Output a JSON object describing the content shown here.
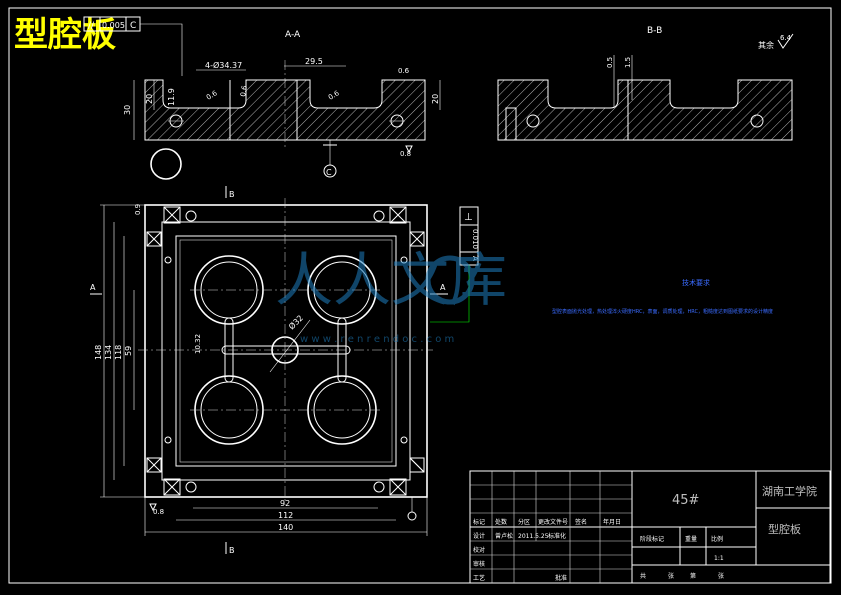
{
  "title": "型腔板",
  "views": {
    "section_aa": "A-A",
    "section_bb": "B-B"
  },
  "roughness_note": "其余",
  "roughness_value": "6.4",
  "tolerance_frame": {
    "symbol": "//",
    "value": "0.005",
    "datum": "C"
  },
  "tolerance_frame_right": {
    "symbol": "⊥",
    "value": "0.010",
    "datum": "A"
  },
  "dimensions": {
    "holes": "4-Ø34.37",
    "pitch_29_5": "29.5",
    "height_30": "30",
    "height_20_left": "20",
    "depth_11_9": "11.9",
    "height_20_right": "20",
    "rough_0_6a": "0.6",
    "rough_0_6b": "0.6",
    "rough_0_6c": "0.6",
    "rough_0_8": "0.8",
    "bb_0_5": "0.5",
    "bb_1_5": "1.5",
    "width_148": "148",
    "width_134": "134",
    "width_118": "118",
    "width_59": "59",
    "width_92": "92",
    "width_112": "112",
    "width_140": "140",
    "dia_32": "Ø32",
    "gate_10_32": "10.32",
    "rough_0_9": "0.9",
    "rough_0_8b": "0.8"
  },
  "labels": {
    "datum_c": "C",
    "datum_a_left": "A",
    "datum_a_right": "A",
    "section_b_top": "B",
    "section_b_bottom": "B"
  },
  "watermark": {
    "main": "人人文库",
    "sub": "w w w . r e n r e n d o c . c o m"
  },
  "tech_requirements": {
    "heading": "技术要求",
    "text": "型腔表面抛光处理，热处理淬火硬度HRC，表面，调质处理，HRC，粗糙度达到图纸要求的设计精度"
  },
  "title_block": {
    "material": "45#",
    "school": "湖南工学院",
    "part_name": "型腔板",
    "header_labels": [
      "标记",
      "处数",
      "分区",
      "更改文件号",
      "签名",
      "年月日"
    ],
    "row_design": [
      "设计",
      "曾卢松",
      "2011.5.25",
      "标准化"
    ],
    "row_check": "校对",
    "row_review": "审核",
    "row_process": "工艺",
    "approve": "批准",
    "stage_label": "阶段标记",
    "weight_label": "重量",
    "scale_label": "比例",
    "scale_value": "1:1",
    "sheets_total": "共",
    "sheets_label": "张",
    "sheet_no": "第",
    "sheet_no_label": "张"
  }
}
